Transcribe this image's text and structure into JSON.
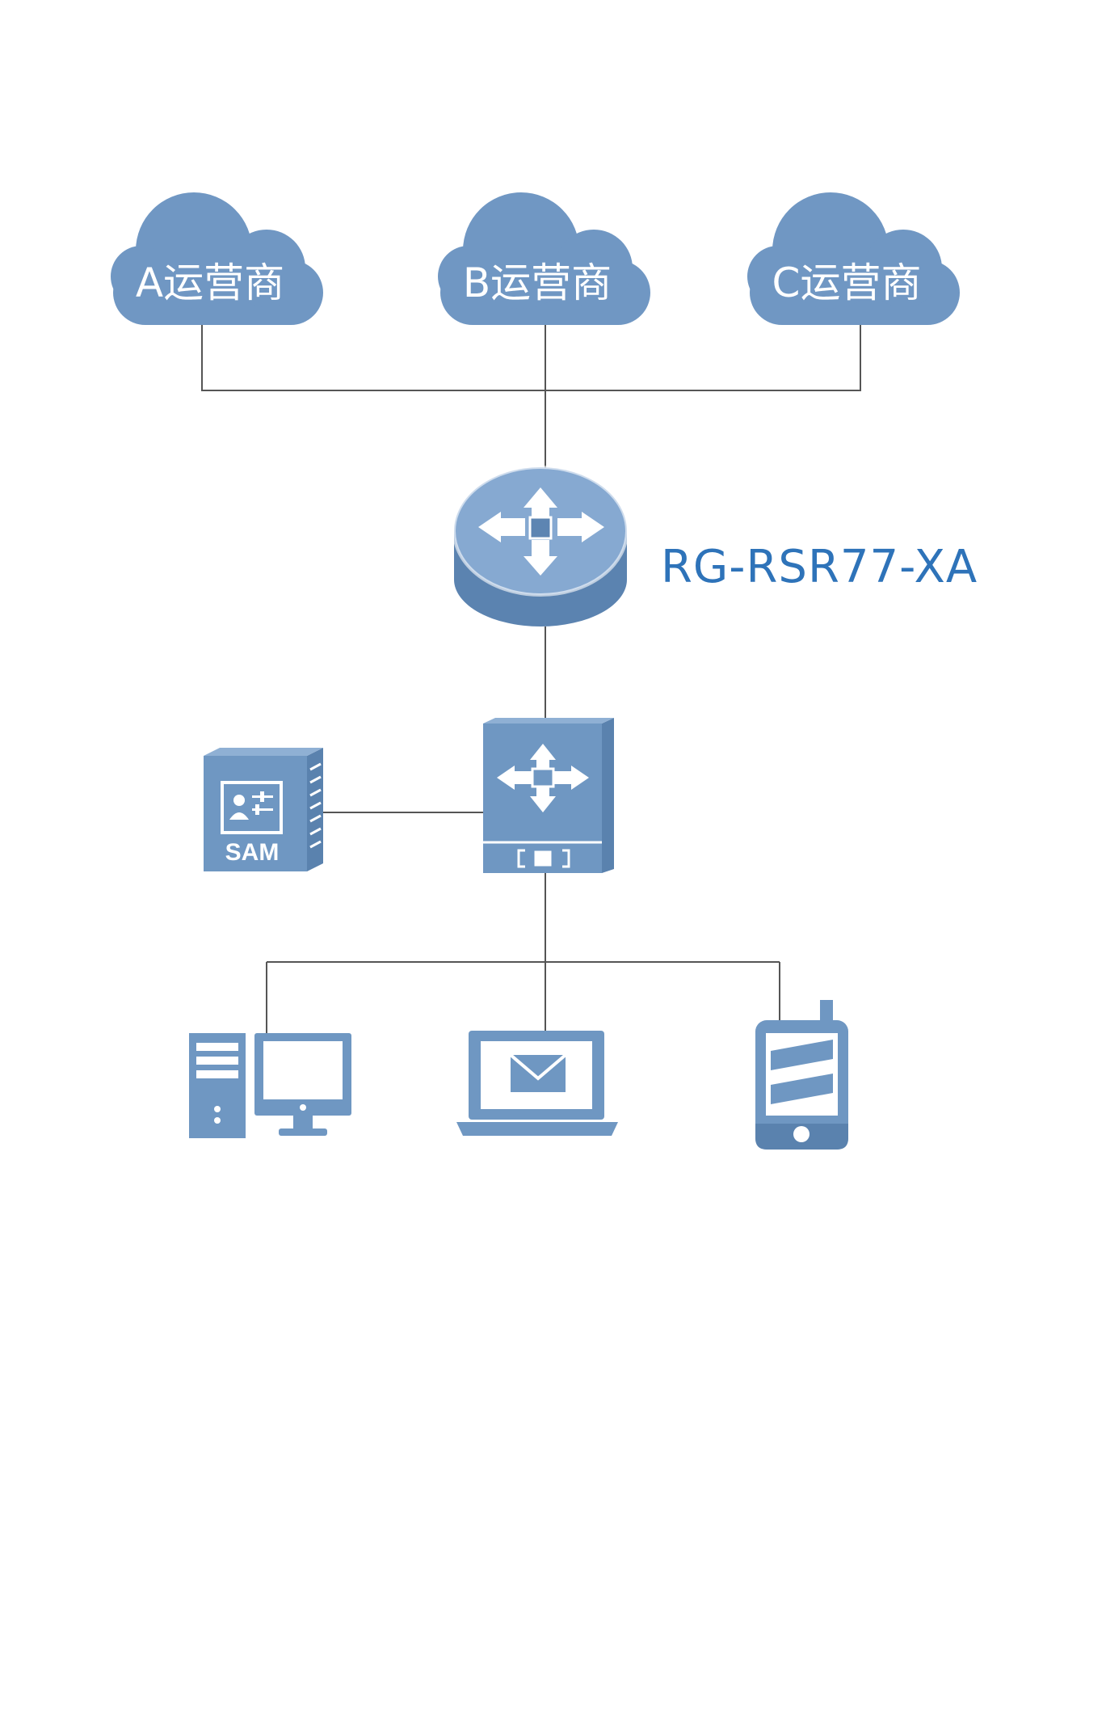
{
  "diagram": {
    "clouds": [
      {
        "label": "A运营商"
      },
      {
        "label": "B运营商"
      },
      {
        "label": "C运营商"
      }
    ],
    "router": {
      "label": "RG-RSR77-XA"
    },
    "auth_server": {
      "label": "SAM"
    },
    "colors": {
      "device_fill": "#6f97c2",
      "device_dark": "#5a82ae",
      "device_light": "#9dbbdb",
      "line": "#555555",
      "model_text": "#2e73b9"
    }
  }
}
